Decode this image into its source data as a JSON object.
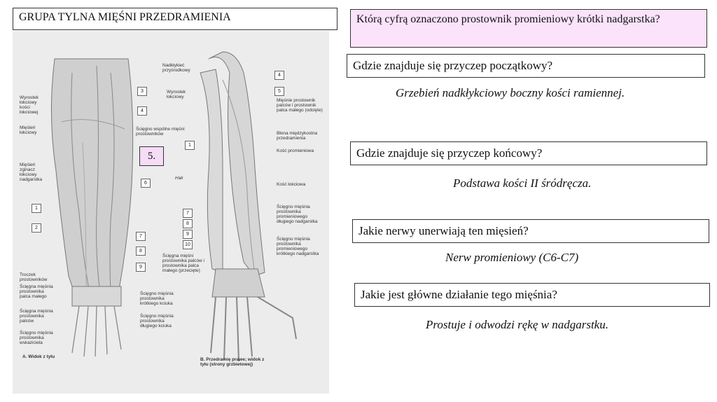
{
  "title": "GRUPA TYLNA MIĘŚNI PRZEDRAMIENIA",
  "main_question": "Którą cyfrą oznaczono prostownik promieniowy krótki nadgarstka?",
  "qa": [
    {
      "question": "Gdzie znajduje się przyczep początkowy?",
      "answer": "Grzebień nadkłykciowy boczny kości ramiennej."
    },
    {
      "question": "Gdzie znajduje się przyczep końcowy?",
      "answer": "Podstawa kości II śródręcza."
    },
    {
      "question": "Jakie nerwy unerwiają ten mięsień?",
      "answer": "Nerw promieniowy (C6-C7)"
    },
    {
      "question": "Jakie jest główne działanie tego mięśnia?",
      "answer": "Prostuje i odwodzi rękę w nadgarstku."
    }
  ],
  "figure": {
    "highlight_label": "5.",
    "caption_a": "A. Widok z tyłu",
    "caption_b": "B. Przedramię prawe; widok z tyłu (strony grzbietowej)",
    "labels_a": {
      "wyrostek": "Wyrostek łokciowy kości łokciowej",
      "miesien_lokciowy": "Mięśień łokciowy",
      "sciegno_wspolne": "Ścięgno wspólne mięśni prostowników",
      "zginacz": "Mięśień zginacz łokciowy nadgarstka",
      "troczek": "Troczek prostowników",
      "sc_prost_palca_malego": "Ścięgna mięśnia prostownika palca małego",
      "sc_prost_palcow": "Ścięgna mięśnia prostownika palców",
      "sc_prost_wskaz": "Ścięgno mięśnia prostownika wskaziciela",
      "sc_kciuka_krotkiego": "Ścięgno mięśnia prostownika krótkiego kciuka",
      "sc_kciuka_dlugiego": "Ścięgno mięśnia prostownika długiego kciuka"
    },
    "labels_b": {
      "nadklykiec": "Nadkłykieć przyśrodkowy",
      "wyrostek_b": "Wyrostek łokciowy",
      "miesnie_prost": "Mięśnie prostownik palców i prostownik palca małego (odcięte)",
      "blona": "Błona międzykostna przedramienia",
      "kosc_prom": "Kość promieniowa",
      "hak": "Hak",
      "kosc_lok": "Kość łokciowa",
      "sc_dlugi_nadg": "Ścięgno mięśnia prostownika promieniowego długiego nadgarstka",
      "sc_krotki_nadg": "Ścięgno mięśnia prostownika promieniowego krótkiego nadgarstka",
      "sc_prost_palcow_b": "Ścięgna mięśni prostownika palców i prostownika palca małego (przecięte)"
    },
    "numbers_a": [
      "3",
      "4",
      "6",
      "1",
      "2",
      "7",
      "8",
      "9"
    ],
    "numbers_b": [
      "4",
      "5",
      "1",
      "7",
      "8",
      "9",
      "10"
    ]
  }
}
